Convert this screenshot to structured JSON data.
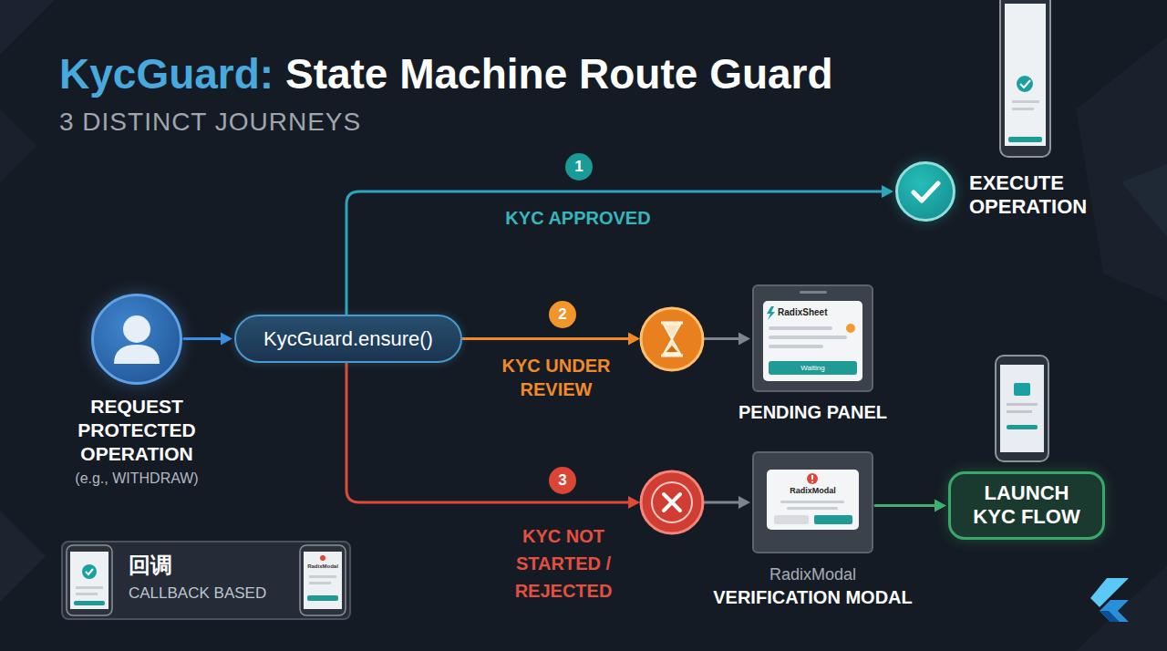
{
  "diagram": {
    "title": "KycGuard: State Machine Route Guard",
    "nodes": [
      {
        "text": [
          "REQUEST PROTECTED OPERATION",
          "(e.g., WITHDRAW)"
        ]
      },
      {
        "text": [
          "KycGuard.ensure()"
        ]
      },
      {
        "text": [
          "EXECUTE OPERATION"
        ]
      },
      {
        "text": [
          "RadixSheet",
          "Waiting",
          "PENDING PANEL"
        ]
      },
      {
        "text": [
          "RadixModal",
          "RadixModal",
          "VERIFICATION MODAL"
        ]
      },
      {
        "text": [
          "LAUNCH KYC FLOW"
        ]
      },
      {
        "text": [
          "回调",
          "CALLBACK BASED",
          "RadixModal"
        ]
      }
    ],
    "edges": [
      {
        "from": 0,
        "to": 1,
        "arrow": "to"
      },
      {
        "from": 1,
        "to": 2,
        "label": "KYC APPROVED",
        "arrow": "to"
      },
      {
        "from": 1,
        "to": 3,
        "label": "KYC UNDER REVIEW",
        "arrow": "to"
      },
      {
        "from": 1,
        "to": 4,
        "label": "KYC NOT STARTED / REJECTED",
        "arrow": "to"
      },
      {
        "from": 4,
        "to": 5,
        "arrow": "to"
      }
    ],
    "labels": [
      "3 DISTINCT JOURNEYS",
      "1",
      "2",
      "3"
    ]
  }
}
